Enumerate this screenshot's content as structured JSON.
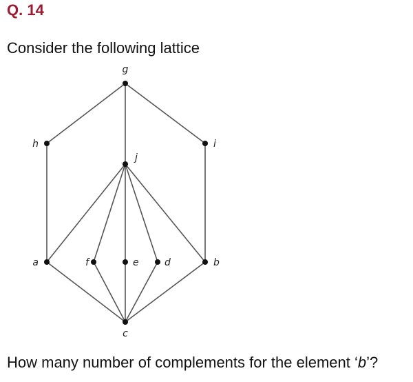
{
  "header": {
    "question_number": "Q. 14"
  },
  "intro_text": "Consider the following lattice",
  "question": {
    "prefix": "How many number of complements for the element ‘",
    "element": "b",
    "suffix": "’?"
  },
  "lattice": {
    "nodes": [
      {
        "id": "g",
        "label": "g"
      },
      {
        "id": "h",
        "label": "h"
      },
      {
        "id": "i",
        "label": "i"
      },
      {
        "id": "j",
        "label": "j"
      },
      {
        "id": "a",
        "label": "a"
      },
      {
        "id": "f",
        "label": "f"
      },
      {
        "id": "e",
        "label": "e"
      },
      {
        "id": "d",
        "label": "d"
      },
      {
        "id": "b",
        "label": "b"
      },
      {
        "id": "c",
        "label": "c"
      }
    ],
    "edges": [
      [
        "g",
        "h"
      ],
      [
        "g",
        "i"
      ],
      [
        "g",
        "j"
      ],
      [
        "h",
        "a"
      ],
      [
        "i",
        "b"
      ],
      [
        "j",
        "a"
      ],
      [
        "j",
        "f"
      ],
      [
        "j",
        "e"
      ],
      [
        "j",
        "d"
      ],
      [
        "j",
        "b"
      ],
      [
        "a",
        "c"
      ],
      [
        "f",
        "c"
      ],
      [
        "e",
        "c"
      ],
      [
        "d",
        "c"
      ],
      [
        "b",
        "c"
      ]
    ],
    "colors": {
      "edge": "#555555",
      "node": "#111111"
    }
  }
}
